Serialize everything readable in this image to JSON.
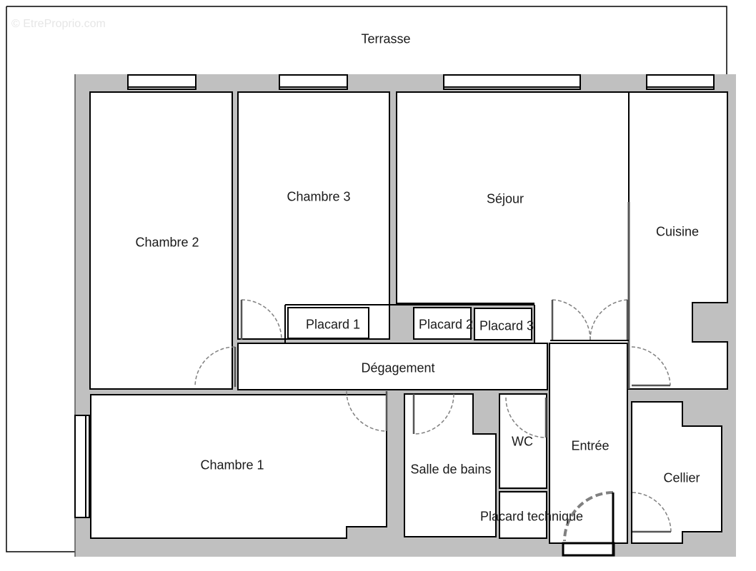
{
  "watermark": "© EtreProprio.com",
  "plan": {
    "wall_color": "#c0c0c0",
    "line_color": "#000000",
    "room_fill": "#ffffff",
    "door_arc_color": "#808080"
  },
  "rooms": {
    "terrasse": "Terrasse",
    "chambre2": "Chambre 2",
    "chambre3": "Chambre 3",
    "sejour": "Séjour",
    "cuisine": "Cuisine",
    "placard1": "Placard 1",
    "placard2": "Placard 2",
    "placard3": "Placard 3",
    "degagement": "Dégagement",
    "chambre1": "Chambre 1",
    "salle_de_bains": "Salle de bains",
    "wc": "WC",
    "entree": "Entrée",
    "cellier": "Cellier",
    "placard_technique": "Placard technique"
  }
}
